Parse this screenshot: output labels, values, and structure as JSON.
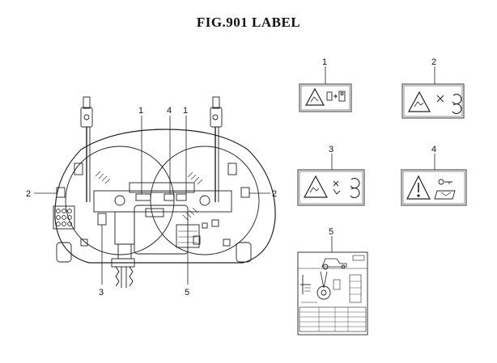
{
  "title": "FIG.901  LABEL",
  "callouts": {
    "n1": "1",
    "n2": "2",
    "n3": "3",
    "n4": "4",
    "n5": "5"
  }
}
